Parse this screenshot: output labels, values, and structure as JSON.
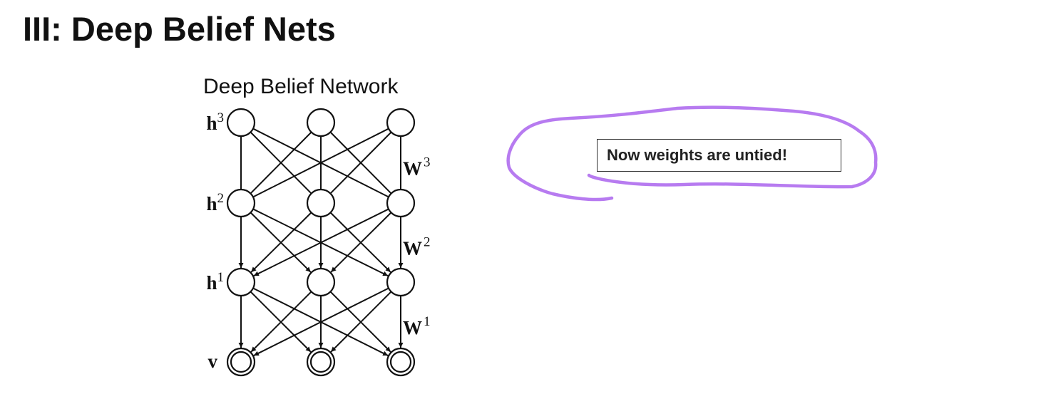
{
  "slide": {
    "title": "III: Deep Belief Nets"
  },
  "figure": {
    "title": "Deep Belief Network",
    "layers": [
      {
        "id": "h3",
        "base": "h",
        "sup": "3",
        "double_ring": false
      },
      {
        "id": "h2",
        "base": "h",
        "sup": "2",
        "double_ring": false
      },
      {
        "id": "h1",
        "base": "h",
        "sup": "1",
        "double_ring": false
      },
      {
        "id": "v",
        "base": "v",
        "sup": "",
        "double_ring": true
      }
    ],
    "weights": [
      {
        "base": "W",
        "sup": "3",
        "between": [
          "h3",
          "h2"
        ],
        "directed": false
      },
      {
        "base": "W",
        "sup": "2",
        "between": [
          "h2",
          "h1"
        ],
        "directed": true
      },
      {
        "base": "W",
        "sup": "1",
        "between": [
          "h1",
          "v"
        ],
        "directed": true
      }
    ],
    "units_per_layer": 3
  },
  "annotation": {
    "text": "Now weights are untied!",
    "highlight_color": "#b77bf0"
  }
}
